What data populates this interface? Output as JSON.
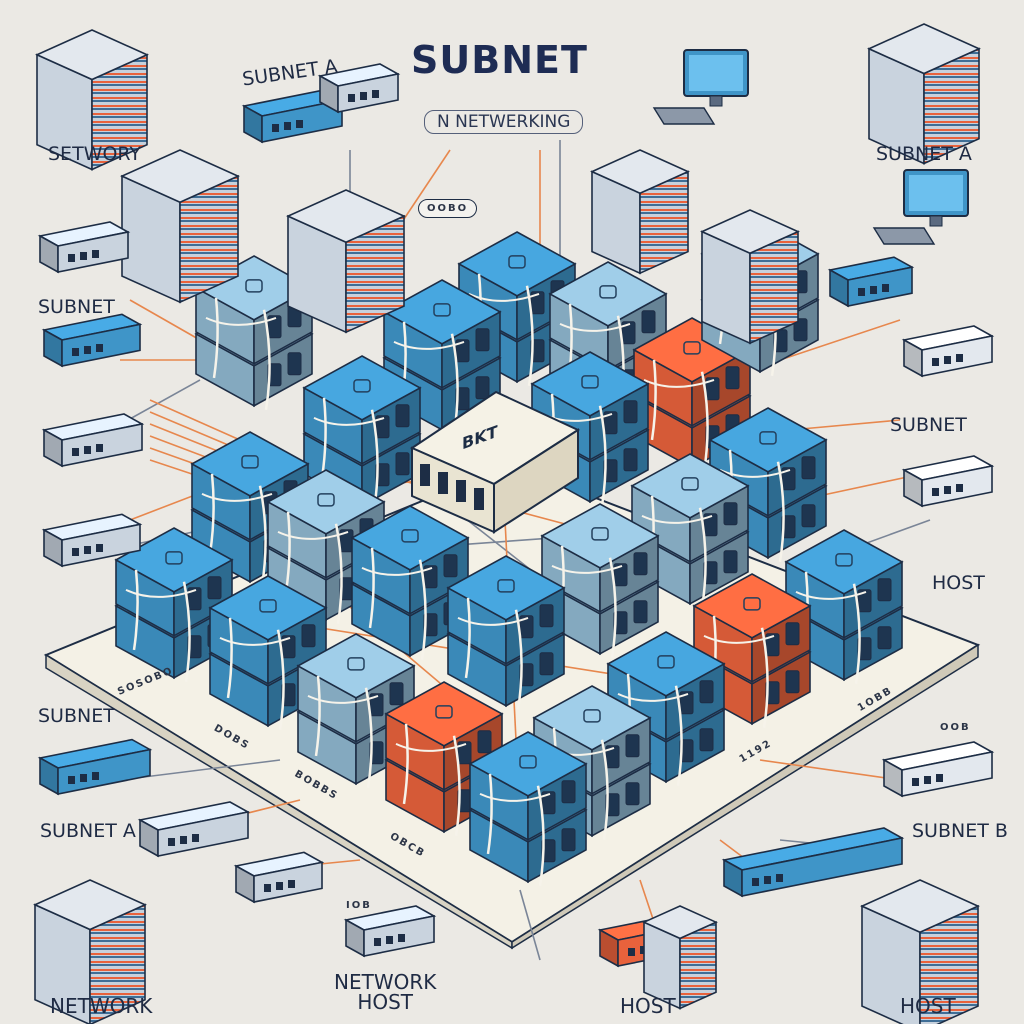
{
  "title": "SUBNET",
  "subtitle": "N NETWERKING",
  "labels": {
    "subnet_a_top": "SUBNET A",
    "setwory": "SETWORY",
    "subnet_a_right": "SUBNET A",
    "subnet_left": "SUBNET",
    "subnet_right": "SUBNET",
    "host_right": "HOST",
    "subnet_bottom_left": "SUBNET",
    "subnet_a_bottom": "SUBNET A",
    "subnet_b": "SUBNET B",
    "network": "NETWORK",
    "network_host": "NETWORK\nHOST",
    "host_bottom": "HOST",
    "host_bottom_right": "HOST"
  },
  "codes": {
    "tag1": "OOBO",
    "code_left1": "SOSOBO",
    "code_mid1": "DOBS",
    "code_mid2": "BOBBS",
    "code_mid3": "OBCB",
    "code_right1": "1192",
    "code_right2": "1OBB",
    "code_right3": "OOB",
    "code_under_switch": "IOB"
  },
  "center_device_label": "BKT",
  "colors": {
    "background": "#ebe9e4",
    "block_blue": "#3f95c8",
    "block_blue_light": "#8fb8d0",
    "block_orange": "#e8623c",
    "block_dark": "#2b4a68",
    "outline": "#1d2d45",
    "platform": "#f4f1e6",
    "cable_orange": "#e7874d",
    "cable_gray": "#7a8597"
  },
  "icons": [
    "server-rack-icon",
    "desktop-computer-icon",
    "router-icon",
    "switch-icon",
    "storage-block-icon"
  ]
}
